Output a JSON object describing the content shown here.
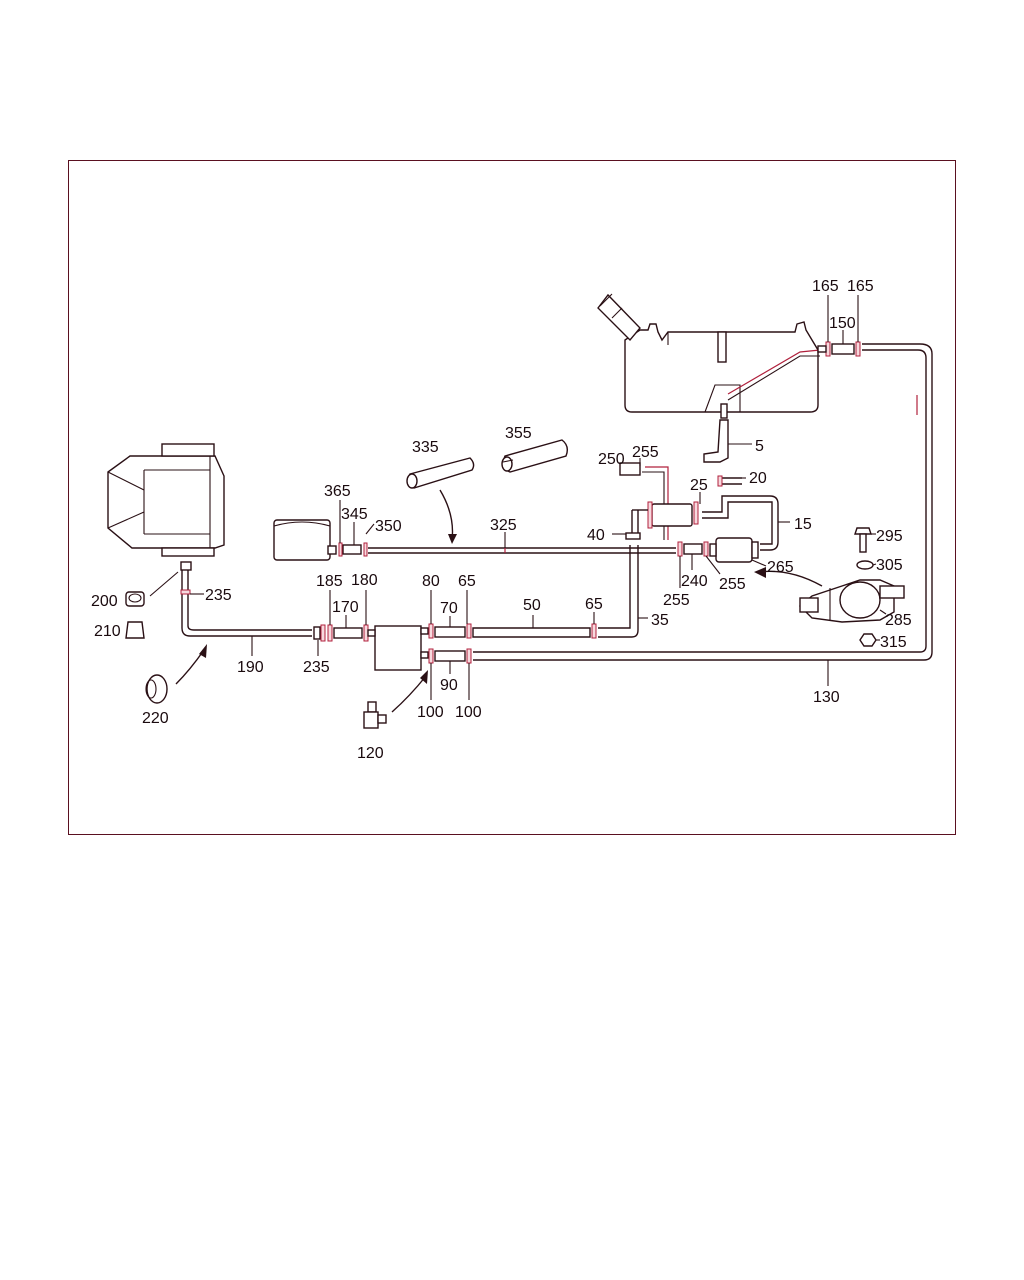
{
  "diagram": {
    "labels": {
      "l5": "5",
      "l15": "15",
      "l20": "20",
      "l25": "25",
      "l35": "35",
      "l40": "40",
      "l50": "50",
      "l65a": "65",
      "l65b": "65",
      "l70": "70",
      "l80": "80",
      "l90": "90",
      "l100a": "100",
      "l100b": "100",
      "l120": "120",
      "l130": "130",
      "l150": "150",
      "l165a": "165",
      "l165b": "165",
      "l170": "170",
      "l180": "180",
      "l185": "185",
      "l190": "190",
      "l200": "200",
      "l210": "210",
      "l220": "220",
      "l235a": "235",
      "l235b": "235",
      "l240": "240",
      "l250": "250",
      "l255a": "255",
      "l255b": "255",
      "l255c": "255",
      "l265": "265",
      "l285": "285",
      "l295": "295",
      "l305": "305",
      "l315": "315",
      "l325": "325",
      "l335": "335",
      "l345": "345",
      "l350": "350",
      "l355": "355",
      "l365": "365"
    }
  },
  "colors": {
    "line": "#2a1015",
    "accent": "#b0203c",
    "frame": "#5a1020"
  }
}
